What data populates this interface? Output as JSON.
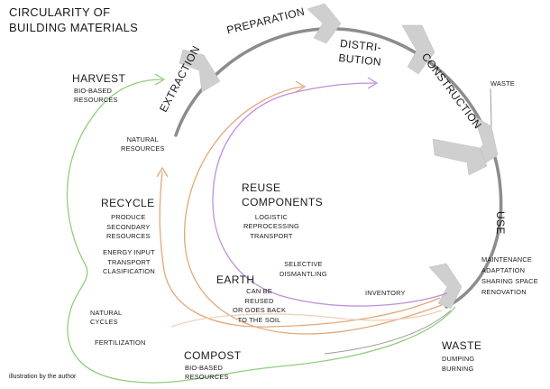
{
  "title": "CIRCULARITY OF\nBUILDING MATERIALS",
  "credit": "illustration by the author",
  "stages": {
    "extraction": "EXTRACTION",
    "preparation": "PREPARATION",
    "distribution": "DISTRI-\nBUTION",
    "construction": "CONSTRUCTION",
    "use": "USE",
    "waste": "WASTE"
  },
  "notes": {
    "construction_waste": "WASTE",
    "natural_resources": "NATURAL\nRESOURCES",
    "use_activities": "MAINTENANCE\nADAPTATION\nSHARING SPACE\nRENOVATION",
    "waste_activities": "DUMPING\nBURNING"
  },
  "loops": {
    "harvest": {
      "title": "HARVEST",
      "sub": "BIO-BASED\nRESOURCES"
    },
    "recycle": {
      "title": "RECYCLE",
      "sub": "PRODUCE\nSECONDARY\nRESOURCES",
      "extra": "ENERGY INPUT\nTRANSPORT\nCLASIFICATION"
    },
    "reuse": {
      "title": "REUSE\nCOMPONENTS",
      "sub": "LOGISTIC\nREPROCESSING\nTRANSPORT",
      "extra": "SELECTIVE\nDISMANTLING",
      "inventory": "INVENTORY"
    },
    "earth": {
      "title": "EARTH",
      "sub": "CAN BE\nREUSED\nOR GOES BACK\nTO THE SOIL"
    },
    "compost": {
      "title": "COMPOST",
      "sub": "BIO-BASED\nRESOURCES",
      "extra1": "NATURAL\nCYCLES",
      "extra2": "FERTILIZATION"
    }
  },
  "colors": {
    "main_cycle": "#8c8c8c",
    "chevrons": "#c9c9c9",
    "harvest_compost": "#8fce7a",
    "recycle_earth": "#e3a878",
    "reuse": "#bf8fdb",
    "text": "#1a1a1a"
  }
}
